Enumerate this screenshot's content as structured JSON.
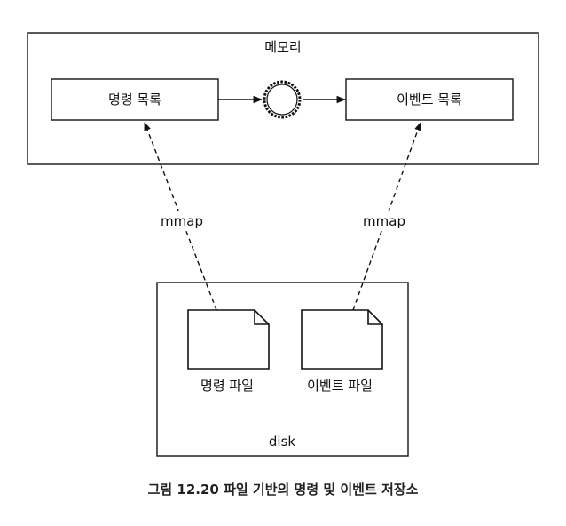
{
  "memory_label": "메모리",
  "command_list_label": "명령 목록",
  "event_list_label": "이벤트 목록",
  "mmap_left_label": "mmap",
  "mmap_right_label": "mmap",
  "command_file_label": "명령 파일",
  "event_file_label": "이벤트 파일",
  "disk_label": "disk",
  "caption": "그림 12.20 파일 기반의 명령 및 이벤트 저장소"
}
